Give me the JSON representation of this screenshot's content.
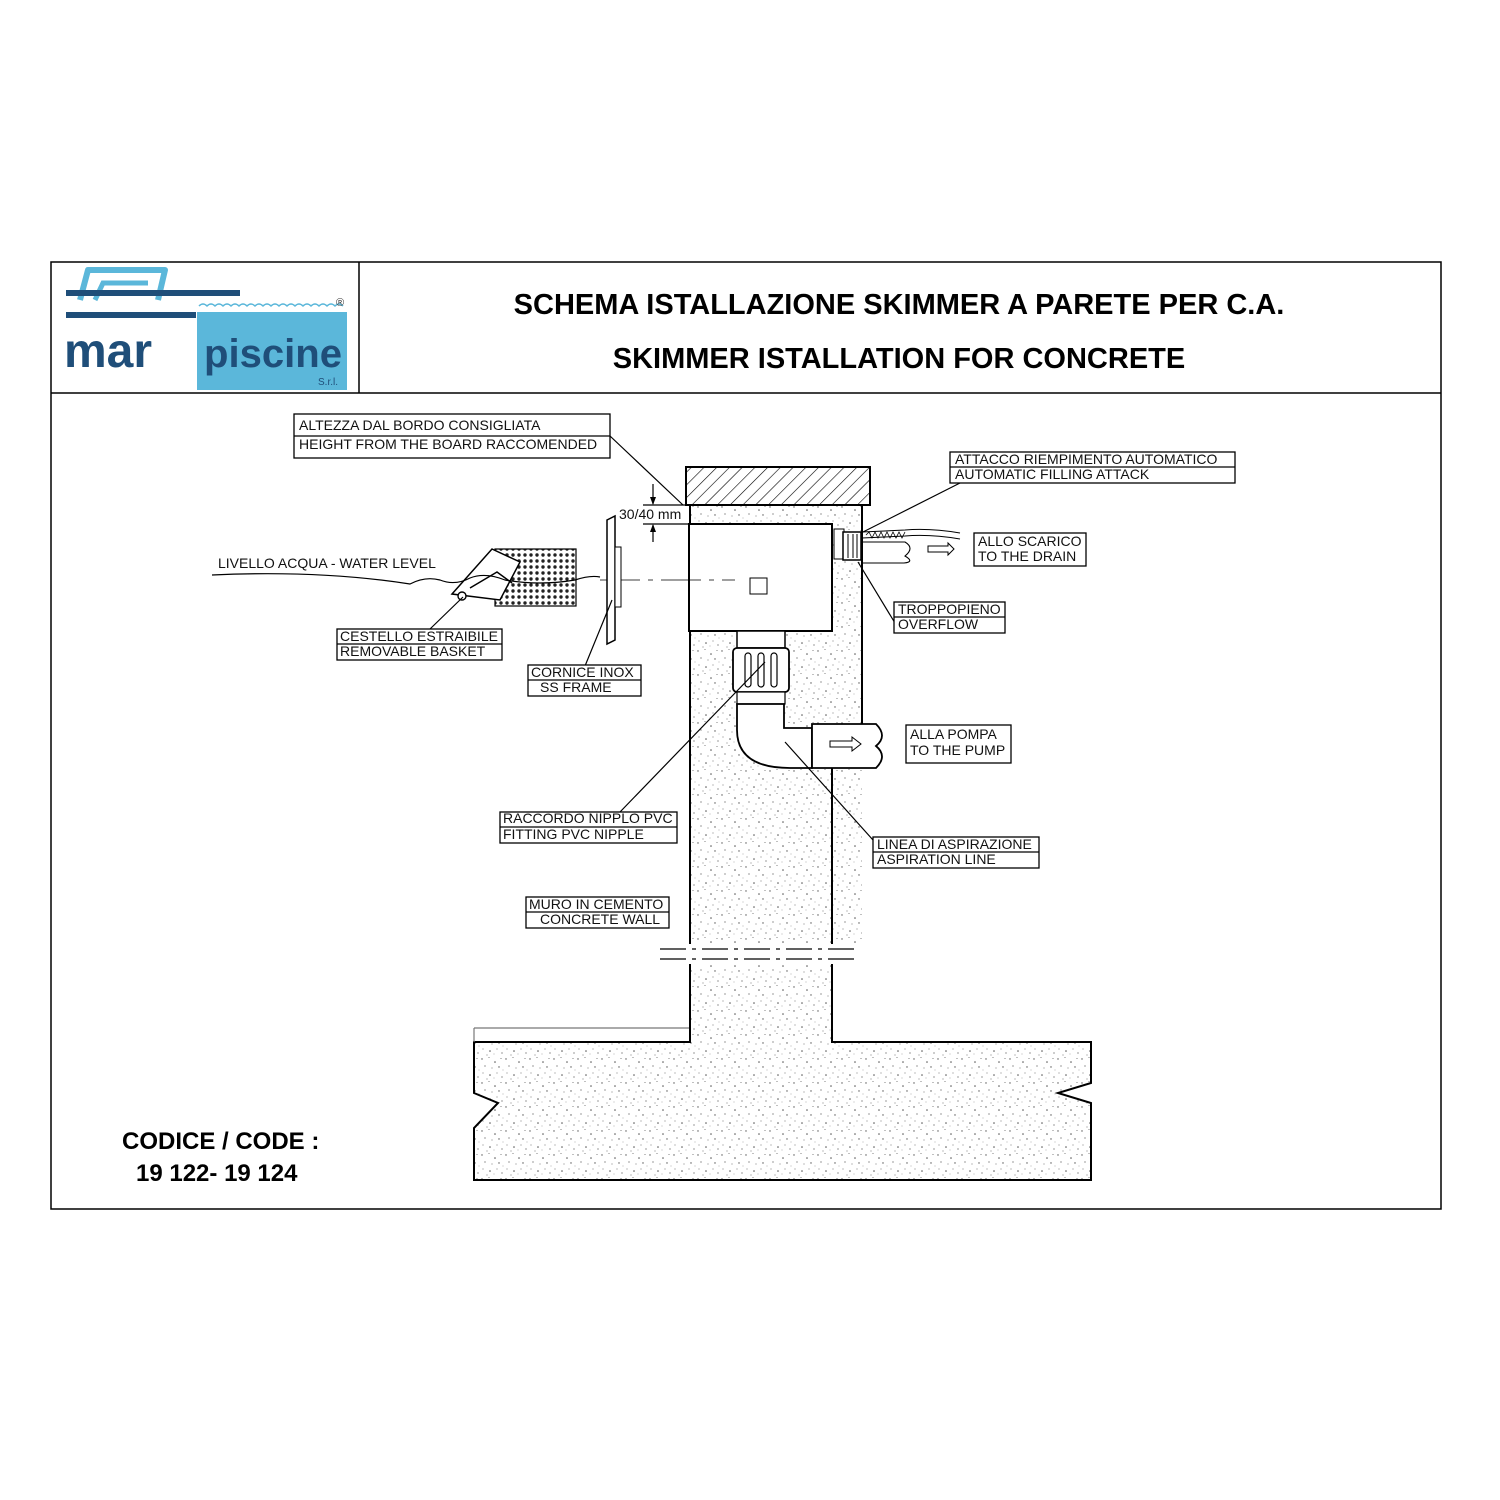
{
  "logo": {
    "brand_left": "mar",
    "brand_right": "piscine",
    "suffix": "S.r.l.",
    "registered": "®",
    "color_dark": "#1f4e79",
    "color_light": "#5bb7da"
  },
  "header": {
    "title_line1": "SCHEMA ISTALLAZIONE SKIMMER A PARETE PER C.A.",
    "title_line2": "SKIMMER ISTALLATION FOR CONCRETE"
  },
  "labels": {
    "height": [
      "ALTEZZA DAL BORDO CONSIGLIATA",
      "HEIGHT FROM THE BOARD RACCOMENDED"
    ],
    "dimension": "30/40 mm",
    "filling": [
      "ATTACCO RIEMPIMENTO AUTOMATICO",
      "AUTOMATIC FILLING ATTACK"
    ],
    "drain": [
      "ALLO SCARICO",
      "TO THE DRAIN"
    ],
    "water_level": "LIVELLO ACQUA - WATER LEVEL",
    "overflow": [
      "TROPPOPIENO",
      "OVERFLOW"
    ],
    "basket": [
      "CESTELLO ESTRAIBILE",
      "REMOVABLE BASKET"
    ],
    "frame": [
      "CORNICE INOX",
      "SS FRAME"
    ],
    "pump": [
      "ALLA POMPA",
      "TO THE PUMP"
    ],
    "nipple": [
      "RACCORDO NIPPLO PVC",
      "FITTING PVC NIPPLE"
    ],
    "aspiration": [
      "LINEA DI ASPIRAZIONE",
      "ASPIRATION LINE"
    ],
    "wall": [
      "MURO IN CEMENTO",
      "CONCRETE WALL"
    ]
  },
  "code": {
    "label": "CODICE / CODE :",
    "value": "19 122- 19 124"
  }
}
